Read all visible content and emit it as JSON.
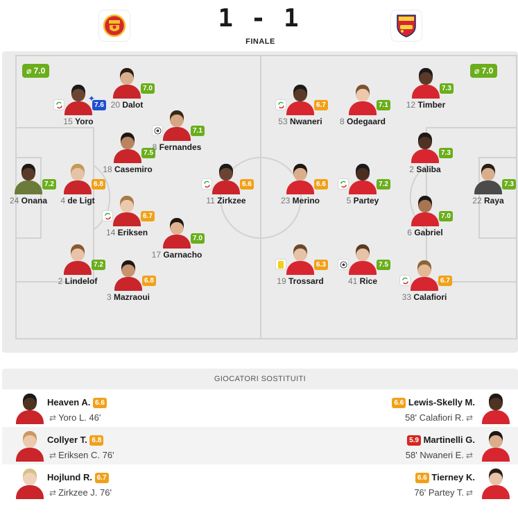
{
  "match": {
    "score": "1 - 1",
    "status": "FINALE",
    "home_logo": "manchester-united-crest",
    "away_logo": "arsenal-crest",
    "home_team_rating": "⌀ 7.0",
    "away_team_rating": "⌀ 7.0"
  },
  "home": {
    "players": [
      {
        "id": "onana",
        "num": "24",
        "name": "Onana",
        "rating": "7.2",
        "rc": "green",
        "skin": "#5a3a28",
        "hair": "#1a1a1a",
        "kit": "#6b7b3a"
      },
      {
        "id": "deligt",
        "num": "4",
        "name": "de Ligt",
        "rating": "6.8",
        "rc": "orange",
        "skin": "#e6c2a6",
        "hair": "#c49a55",
        "kit": "#c9252b"
      },
      {
        "id": "yoro",
        "num": "15",
        "name": "Yoro",
        "rating": "7.6",
        "rc": "blue",
        "badge": "sub",
        "star": "✦",
        "skin": "#6b4632",
        "hair": "#1a1a1a",
        "kit": "#c9252b"
      },
      {
        "id": "lindelof",
        "num": "2",
        "name": "Lindelof",
        "rating": "7.2",
        "rc": "green",
        "skin": "#e8c3a8",
        "hair": "#8a5a30",
        "kit": "#c9252b"
      },
      {
        "id": "dalot",
        "num": "20",
        "name": "Dalot",
        "rating": "7.0",
        "rc": "green",
        "skin": "#d9ae8c",
        "hair": "#2a1f18",
        "kit": "#c9252b"
      },
      {
        "id": "mazraoui",
        "num": "3",
        "name": "Mazraoui",
        "rating": "6.8",
        "rc": "orange",
        "skin": "#c79470",
        "hair": "#1f1712",
        "kit": "#c9252b"
      },
      {
        "id": "casemiro",
        "num": "18",
        "name": "Casemiro",
        "rating": "7.5",
        "rc": "green",
        "skin": "#b88462",
        "hair": "#1f1712",
        "kit": "#c9252b"
      },
      {
        "id": "fernandes",
        "num": "8",
        "name": "Fernandes",
        "rating": "7.1",
        "rc": "green",
        "badge": "ball",
        "skin": "#d6a784",
        "hair": "#3a2718",
        "kit": "#c9252b"
      },
      {
        "id": "eriksen",
        "num": "14",
        "name": "Eriksen",
        "rating": "6.7",
        "rc": "orange",
        "badge": "sub",
        "skin": "#ecc9ad",
        "hair": "#a87a48",
        "kit": "#c9252b"
      },
      {
        "id": "garnacho",
        "num": "17",
        "name": "Garnacho",
        "rating": "7.0",
        "rc": "green",
        "skin": "#e0b290",
        "hair": "#1f1712",
        "kit": "#c9252b"
      },
      {
        "id": "zirkzee",
        "num": "11",
        "name": "Zirkzee",
        "rating": "6.6",
        "rc": "orange",
        "badge": "sub",
        "skin": "#6a4431",
        "hair": "#1a1a1a",
        "kit": "#c9252b"
      }
    ],
    "subs": [
      {
        "name": "Heaven A.",
        "rating": "6.6",
        "rc": "orange",
        "replaced": "Yoro L. 46'",
        "skin": "#4f3222",
        "hair": "#1a1a1a",
        "kit": "#c9252b"
      },
      {
        "name": "Collyer T.",
        "rating": "6.8",
        "rc": "orange",
        "replaced": "Eriksen C. 76'",
        "skin": "#ecc9ad",
        "hair": "#c99860",
        "kit": "#c9252b"
      },
      {
        "name": "Hojlund R.",
        "rating": "6.7",
        "rc": "orange",
        "replaced": "Zirkzee J. 76'",
        "skin": "#efd2b8",
        "hair": "#d8c08a",
        "kit": "#c9252b"
      }
    ]
  },
  "away": {
    "players": [
      {
        "id": "raya",
        "num": "22",
        "name": "Raya",
        "rating": "7.3",
        "rc": "green",
        "skin": "#d9ae8c",
        "hair": "#2a1f18",
        "kit": "#4b4b4b"
      },
      {
        "id": "timber",
        "num": "12",
        "name": "Timber",
        "rating": "7.3",
        "rc": "green",
        "skin": "#5a3a28",
        "hair": "#1a1a1a",
        "kit": "#d7262f"
      },
      {
        "id": "saliba",
        "num": "2",
        "name": "Saliba",
        "rating": "7.3",
        "rc": "green",
        "skin": "#4f3222",
        "hair": "#1a1a1a",
        "kit": "#d7262f"
      },
      {
        "id": "gabriel",
        "num": "6",
        "name": "Gabriel",
        "rating": "7.0",
        "rc": "green",
        "skin": "#a87552",
        "hair": "#1a1a1a",
        "kit": "#d7262f"
      },
      {
        "id": "calafiori",
        "num": "33",
        "name": "Calafiori",
        "rating": "6.7",
        "rc": "orange",
        "badge": "sub",
        "skin": "#e3b895",
        "hair": "#8a6238",
        "kit": "#d7262f"
      },
      {
        "id": "odegaard",
        "num": "8",
        "name": "Odegaard",
        "rating": "7.1",
        "rc": "green",
        "skin": "#ecc9ad",
        "hair": "#7a5430",
        "kit": "#d7262f"
      },
      {
        "id": "partey",
        "num": "5",
        "name": "Partey",
        "rating": "7.2",
        "rc": "green",
        "badge": "sub",
        "skin": "#4a2e20",
        "hair": "#1a1a1a",
        "kit": "#d7262f"
      },
      {
        "id": "rice",
        "num": "41",
        "name": "Rice",
        "rating": "7.5",
        "rc": "green",
        "badge": "ball",
        "skin": "#e6c2a6",
        "hair": "#5a3a20",
        "kit": "#d7262f"
      },
      {
        "id": "nwaneri",
        "num": "53",
        "name": "Nwaneri",
        "rating": "6.7",
        "rc": "orange",
        "badge": "sub",
        "skin": "#5a3a28",
        "hair": "#1a1a1a",
        "kit": "#d7262f"
      },
      {
        "id": "merino",
        "num": "23",
        "name": "Merino",
        "rating": "6.6",
        "rc": "orange",
        "skin": "#d9ae8c",
        "hair": "#1f1712",
        "kit": "#d7262f"
      },
      {
        "id": "trossard",
        "num": "19",
        "name": "Trossard",
        "rating": "6.3",
        "rc": "orange",
        "badge": "card",
        "skin": "#e6c2a6",
        "hair": "#6a4a2a",
        "kit": "#d7262f"
      }
    ],
    "subs": [
      {
        "name": "Lewis-Skelly M.",
        "rating": "6.6",
        "rc": "orange",
        "replaced": "58' Calafiori R.",
        "skin": "#4f3222",
        "hair": "#1a1a1a",
        "kit": "#d7262f"
      },
      {
        "name": "Martinelli G.",
        "rating": "5.9",
        "rc": "red",
        "replaced": "58' Nwaneri E.",
        "skin": "#d9ae8c",
        "hair": "#1f1712",
        "kit": "#d7262f"
      },
      {
        "name": "Tierney K.",
        "rating": "6.6",
        "rc": "orange",
        "replaced": "76' Partey T.",
        "skin": "#e8c3a8",
        "hair": "#2a1f18",
        "kit": "#d7262f"
      }
    ]
  },
  "subs_title": "GIOCATORI SOSTITUITI",
  "icons": {
    "sub": "substitution-icon",
    "ball": "goal-ball-icon",
    "card": "yellow-card-icon",
    "star": "motm-star-icon"
  }
}
